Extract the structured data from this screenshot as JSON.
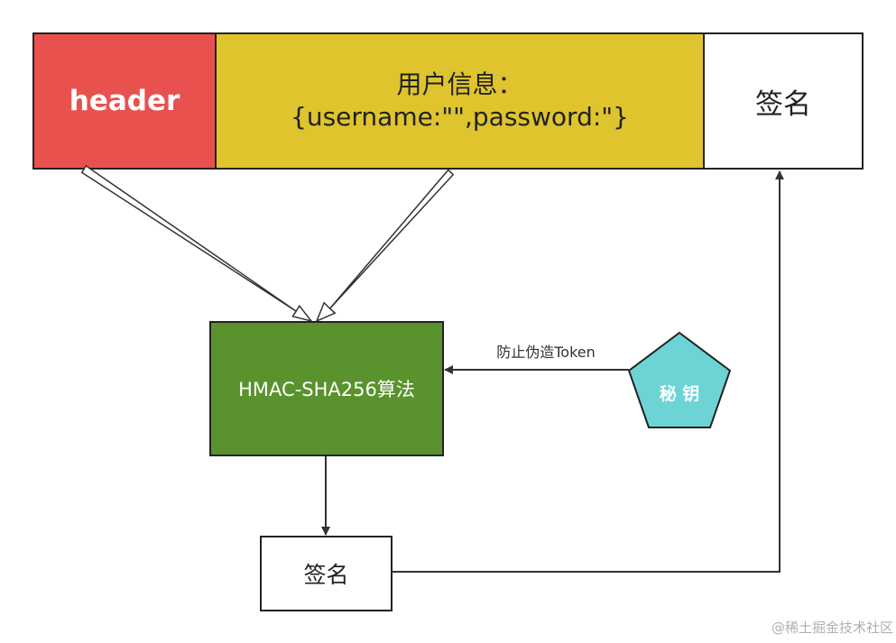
{
  "jwt_parts": {
    "header": "header",
    "payload_line1": "用户信息：",
    "payload_line2": "{username:\"\",password:\"}",
    "signature": "签名"
  },
  "algorithm_box": {
    "label": "HMAC-SHA256算法"
  },
  "secret_key": {
    "label": "秘 钥"
  },
  "output_signature": {
    "label": "签名"
  },
  "edge_labels": {
    "secret_to_algorithm": "防止伪造Token"
  },
  "watermark": "@稀土掘金技术社区",
  "colors": {
    "header_fill": "#e9514f",
    "payload_fill": "#dfc42e",
    "signature_fill": "#ffffff",
    "algorithm_fill": "#5a922d",
    "secret_fill": "#6dd4d6",
    "stroke": "#333333"
  }
}
